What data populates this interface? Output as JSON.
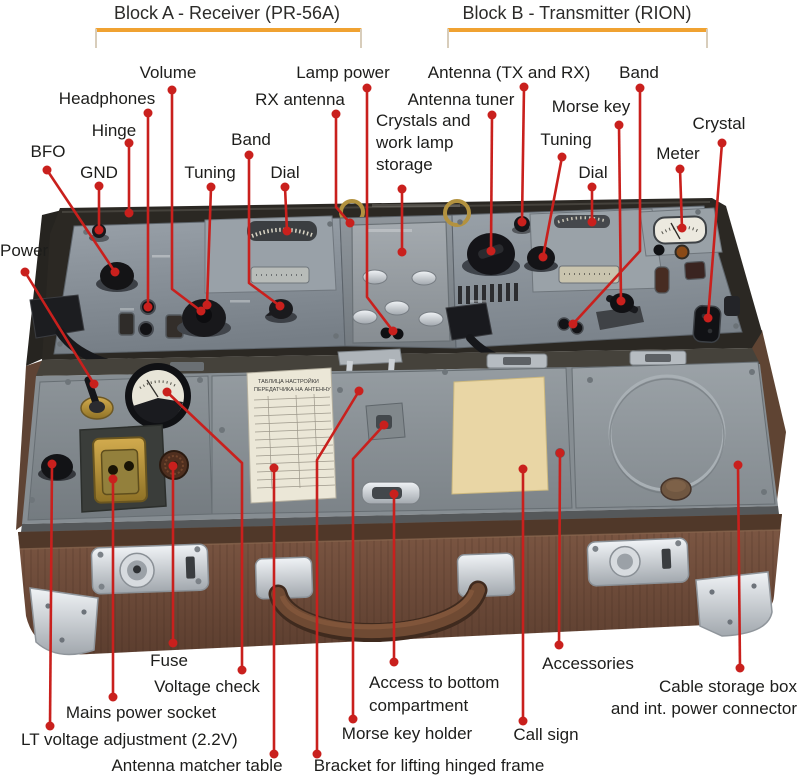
{
  "headers": {
    "block_a": "Block A - Receiver (PR-56A)",
    "block_b": "Block B - Transmitter (RION)"
  },
  "labels": {
    "volume": "Volume",
    "headphones": "Headphones",
    "hinge": "Hinge",
    "bfo": "BFO",
    "gnd": "GND",
    "tuning_a": "Tuning",
    "band_a": "Band",
    "dial_a": "Dial",
    "lamp_power": "Lamp power",
    "rx_antenna": "RX antenna",
    "crystals_storage": "Crystals and work lamp storage",
    "antenna_txrx": "Antenna (TX and RX)",
    "antenna_tuner": "Antenna tuner",
    "morse_key": "Morse key",
    "tuning_b": "Tuning",
    "dial_b": "Dial",
    "band_b": "Band",
    "crystal": "Crystal",
    "meter": "Meter",
    "power": "Power",
    "fuse": "Fuse",
    "voltage_check": "Voltage check",
    "mains_power_socket": "Mains power socket",
    "lt_voltage": "LT voltage adjustment (2.2V)",
    "antenna_matcher": "Antenna matcher table",
    "bracket_lifting": "Bracket for lifting hinged frame",
    "morse_key_holder": "Morse key holder",
    "access_bottom": "Access to bottom compartment",
    "call_sign": "Call sign",
    "accessories": "Accessories",
    "cable_box_1": "Cable storage box",
    "cable_box_2": "and int. power connector"
  },
  "photo": {
    "matcher_card_title_1": "ТАБЛИЦА НАСТРОЙКИ",
    "matcher_card_title_2": "ПЕРЕДАТЧИКА НА АНТЕННУ"
  },
  "colors": {
    "annotation_red": "#c9201d",
    "bracket_orange": "#f0a231"
  }
}
